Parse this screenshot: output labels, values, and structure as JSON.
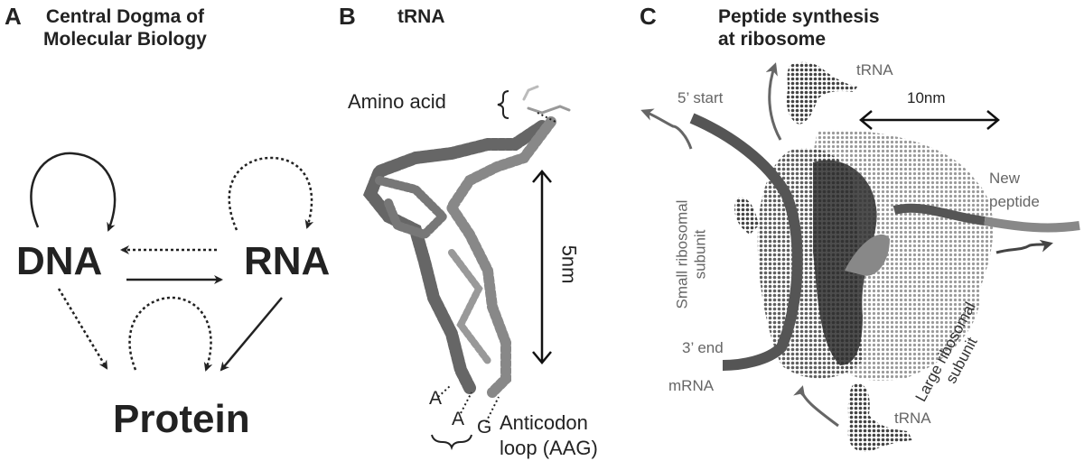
{
  "panel_a": {
    "letter": "A",
    "title_line1": "Central Dogma of",
    "title_line2": "Molecular Biology",
    "nodes": {
      "dna": "DNA",
      "rna": "RNA",
      "protein": "Protein"
    }
  },
  "panel_b": {
    "letter": "B",
    "title": "tRNA",
    "amino_acid_label": "Amino acid",
    "scale_label": "5nm",
    "bases": [
      "A",
      "A",
      "G"
    ],
    "anticodon_line1": "Anticodon",
    "anticodon_line2": "loop (AAG)"
  },
  "panel_c": {
    "letter": "C",
    "title_line1": "Peptide synthesis",
    "title_line2": "at ribosome",
    "trna_top": "tRNA",
    "trna_bottom": "tRNA",
    "five_prime": "5’ start",
    "three_prime": "3’ end",
    "mrna": "mRNA",
    "scale_label": "10nm",
    "new_peptide_line1": "New",
    "new_peptide_line2": "peptide",
    "small_subunit_line1": "Small ribosomal",
    "small_subunit_line2": "subunit",
    "large_subunit_line1": "Large ribosomal",
    "large_subunit_line2": "subunit"
  },
  "colors": {
    "dark": "#222222",
    "mid": "#666666",
    "light": "#aaaaaa"
  }
}
